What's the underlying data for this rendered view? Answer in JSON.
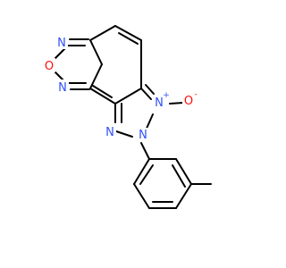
{
  "atoms": [
    {
      "id": "n_top",
      "label": "N",
      "color": "#3050F8"
    },
    {
      "id": "o_ring",
      "label": "O",
      "color": "#FF0D0D"
    },
    {
      "id": "n_bottom",
      "label": "N",
      "color": "#3050F8"
    },
    {
      "id": "n_plus",
      "label": "N",
      "color": "#3050F8",
      "charge": "+"
    },
    {
      "id": "o_minus",
      "label": "O",
      "color": "#FF0D0D",
      "charge": "-"
    },
    {
      "id": "n_left",
      "label": "N",
      "color": "#3050F8"
    },
    {
      "id": "n_mid",
      "label": "N",
      "color": "#3050F8"
    }
  ],
  "colors": {
    "bond": "#000000",
    "nitrogen": "#3050F8",
    "oxygen": "#FF0D0D"
  }
}
